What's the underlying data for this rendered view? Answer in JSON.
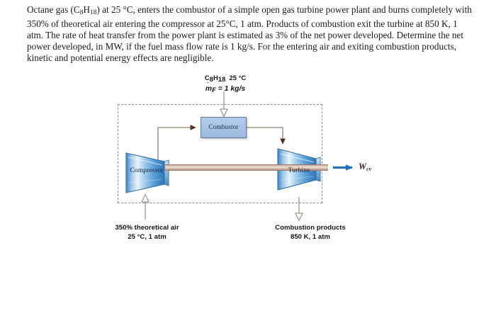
{
  "problem": {
    "line1_a": "Octane gas (C",
    "line1_sub1": "8",
    "line1_b": "H",
    "line1_sub2": "18",
    "line1_c": ") at 25 °C, enters the combustor of a simple open gas turbine power plant and burns completely with 350% of theoretical air entering the compressor at 25°C, 1 atm. Products of combustion exit the turbine at 850 K, 1 atm. The rate of heat transfer from the power plant is estimated as 3% of the net power developed.  Determine the net power developed, in MW, if the fuel mass flow rate is 1 kg/s. For the entering air and exiting combustion products, kinetic and potential energy effects are negligible."
  },
  "diagram": {
    "fuel": {
      "formula_prefix": "C",
      "formula_sub1": "8",
      "formula_mid": "H",
      "formula_sub2": "18",
      "temperature": "25 °C",
      "mass_flow": "= 1 kg/s",
      "mass_flow_symbol": "m",
      "mass_flow_subscript": "F"
    },
    "components": {
      "combustor": "Combustor",
      "compressor": "Compressor",
      "turbine": "Turbine"
    },
    "air_inlet": {
      "line1": "350% theoretical air",
      "line2": "25 °C, 1 atm"
    },
    "exhaust": {
      "line1": "Combustion products",
      "line2": "850 K, 1 atm"
    },
    "work_output": {
      "symbol": "W",
      "subscript": "cv"
    }
  },
  "colors": {
    "machine_blue_light": "#dbeaf7",
    "machine_blue_mid": "#4f93cf",
    "machine_blue_dark": "#2f6fa8",
    "combustor_fill": "#aac5e4",
    "combustor_border": "#5c7ca3",
    "shaft": "#e6cfc4",
    "boundary_dashed": "#8d8d8d",
    "arrow_blue": "#1f6fbf",
    "arrow_dark": "#5a2d18",
    "pipe_gray": "#8a8378"
  }
}
